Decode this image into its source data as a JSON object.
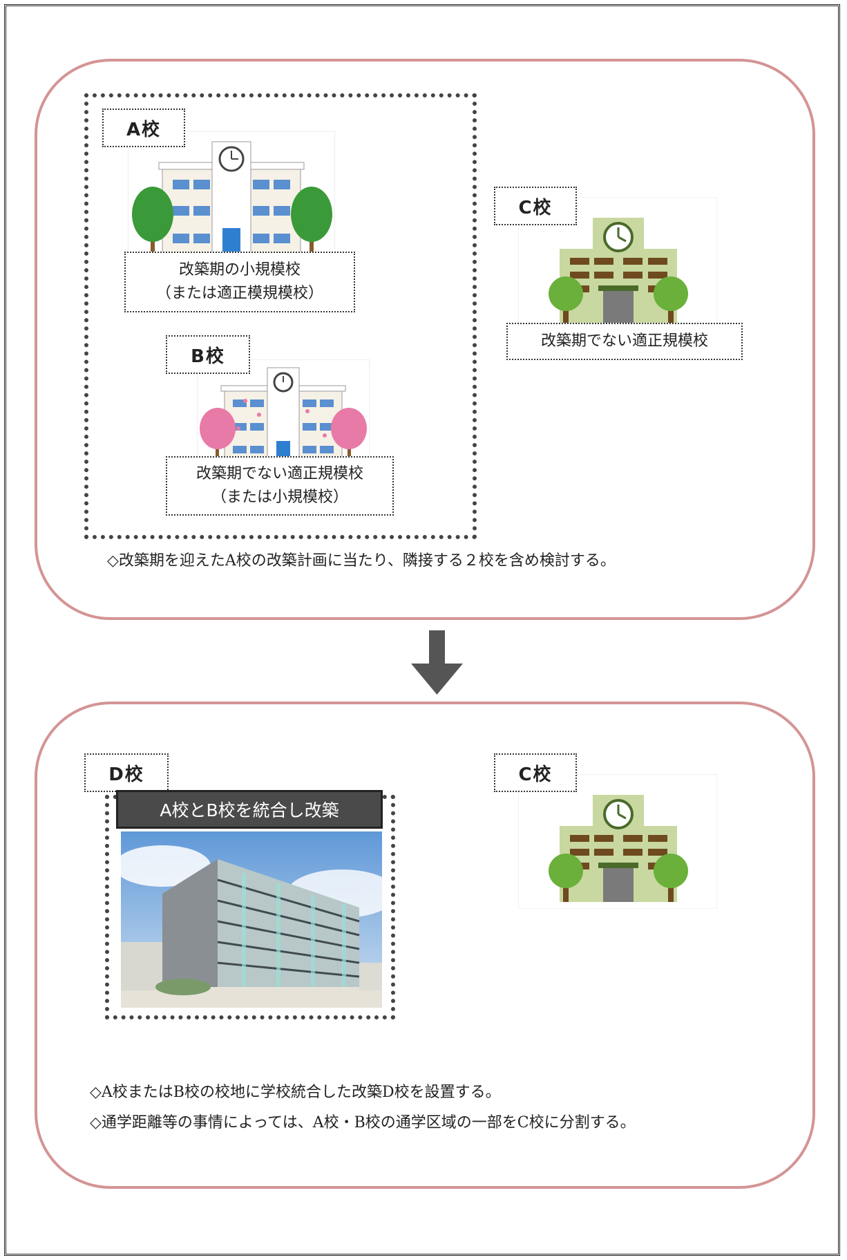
{
  "top_panel": {
    "school_a": {
      "tag": "A校",
      "caption_line1": "改築期の小規模校",
      "caption_line2": "（または適正模規模校）"
    },
    "school_b": {
      "tag": "B校",
      "caption_line1": "改築期でない適正規模校",
      "caption_line2": "（または小規模校）"
    },
    "school_c": {
      "tag": "C校",
      "caption": "改築期でない適正規模校"
    },
    "note": "◇改築期を迎えたA校の改築計画に当たり、隣接する２校を含め検討する。"
  },
  "arrow": {
    "direction": "down",
    "color": "#555555"
  },
  "bottom_panel": {
    "school_d": {
      "tag": "D校",
      "banner": "A校とB校を統合し改築"
    },
    "school_c": {
      "tag": "C校"
    },
    "notes": [
      "◇A校またはB校の校地に学校統合した改築D校を設置する。",
      "◇通学距離等の事情によっては、A校・B校の通学区域の一部をC校に分割する。"
    ]
  },
  "colors": {
    "panel_border": "#d49494",
    "tree_green": "#3a9a3a",
    "cherry_pink": "#e87aa8",
    "school_c_green": "#c8d8a0"
  }
}
